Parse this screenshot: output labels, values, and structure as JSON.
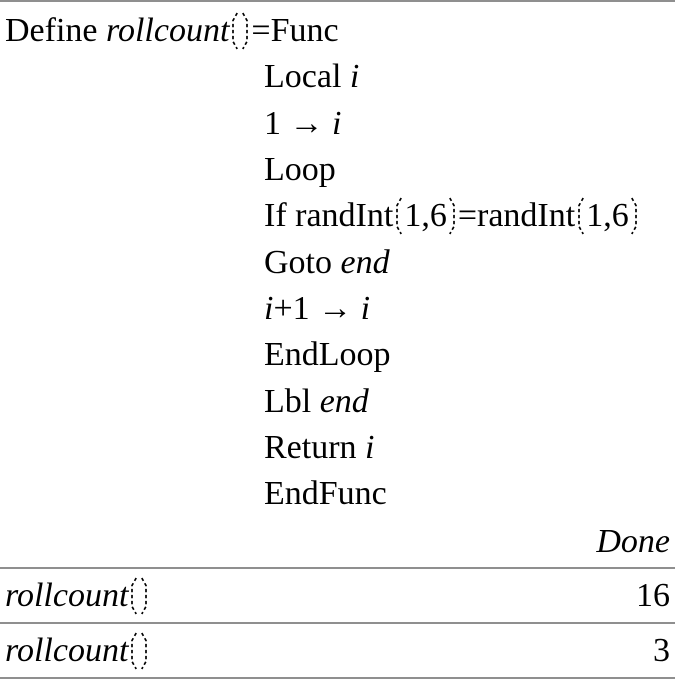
{
  "colors": {
    "background": "#ffffff",
    "text": "#000000",
    "separator": "#8f8f8f"
  },
  "glyphs": {
    "paren_open": "(",
    "paren_close": ")",
    "arrow": "→"
  },
  "entry": {
    "define_line": {
      "segments": [
        {
          "s": "r",
          "t": "Define "
        },
        {
          "s": "i",
          "t": "rollcount"
        },
        {
          "s": "po"
        },
        {
          "s": "pc"
        },
        {
          "s": "r",
          "t": "=Func"
        }
      ]
    },
    "body_lines": [
      {
        "segments": [
          {
            "s": "r",
            "t": "Local "
          },
          {
            "s": "i",
            "t": "i"
          }
        ]
      },
      {
        "segments": [
          {
            "s": "r",
            "t": "1 → "
          },
          {
            "s": "i",
            "t": "i"
          }
        ]
      },
      {
        "segments": [
          {
            "s": "r",
            "t": "Loop"
          }
        ]
      },
      {
        "segments": [
          {
            "s": "r",
            "t": "If randInt"
          },
          {
            "s": "po"
          },
          {
            "s": "r",
            "t": "1,6"
          },
          {
            "s": "pc"
          },
          {
            "s": "r",
            "t": "=randInt"
          },
          {
            "s": "po"
          },
          {
            "s": "r",
            "t": "1,6"
          },
          {
            "s": "pc"
          }
        ]
      },
      {
        "segments": [
          {
            "s": "r",
            "t": "Goto "
          },
          {
            "s": "i",
            "t": "end"
          }
        ]
      },
      {
        "segments": [
          {
            "s": "i",
            "t": "i"
          },
          {
            "s": "r",
            "t": "+1 → "
          },
          {
            "s": "i",
            "t": "i"
          }
        ]
      },
      {
        "segments": [
          {
            "s": "r",
            "t": "EndLoop"
          }
        ]
      },
      {
        "segments": [
          {
            "s": "r",
            "t": "Lbl "
          },
          {
            "s": "i",
            "t": "end"
          }
        ]
      },
      {
        "segments": [
          {
            "s": "r",
            "t": "Return "
          },
          {
            "s": "i",
            "t": "i"
          }
        ]
      },
      {
        "segments": [
          {
            "s": "r",
            "t": "EndFunc"
          }
        ]
      }
    ],
    "status": "Done"
  },
  "calls": [
    {
      "expression": {
        "segments": [
          {
            "s": "i",
            "t": "rollcount"
          },
          {
            "s": "po"
          },
          {
            "s": "pc"
          }
        ]
      },
      "result": "16"
    },
    {
      "expression": {
        "segments": [
          {
            "s": "i",
            "t": "rollcount"
          },
          {
            "s": "po"
          },
          {
            "s": "pc"
          }
        ]
      },
      "result": "3"
    }
  ]
}
